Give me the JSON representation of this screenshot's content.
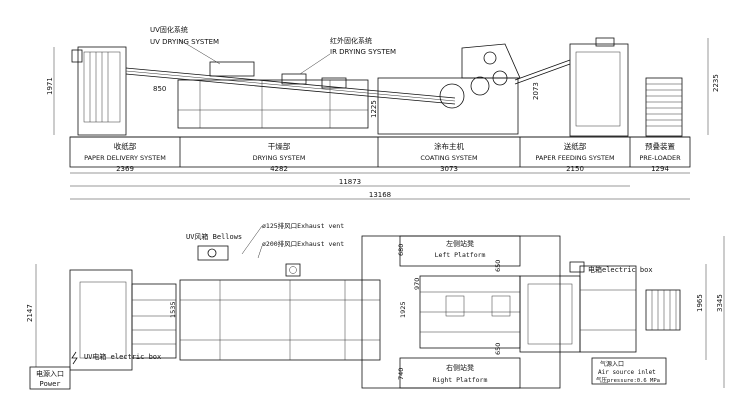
{
  "side_view": {
    "callouts": {
      "uv_cn": "UV固化系统",
      "uv_en": "UV DRYING SYSTEM",
      "ir_cn": "红外固化系统",
      "ir_en": "IR DRYING SYSTEM"
    },
    "sections": [
      {
        "cn": "收纸部",
        "en": "PAPER DELIVERY SYSTEM",
        "dim": "2369"
      },
      {
        "cn": "干燥部",
        "en": "DRYING SYSTEM",
        "dim": "4282"
      },
      {
        "cn": "涂布主机",
        "en": "COATING SYSTEM",
        "dim": "3073"
      },
      {
        "cn": "送纸部",
        "en": "PAPER FEEDING SYSTEM",
        "dim": "2150"
      },
      {
        "cn": "预叠装置",
        "en": "PRE-LOADER",
        "dim": "1294"
      }
    ],
    "dims": {
      "height_left": "1971",
      "conveyor": "850",
      "dryer_height": "1225",
      "coater_height": "2073",
      "total_height": "2235",
      "sub_total": "11873",
      "total_length": "13168"
    }
  },
  "top_view": {
    "labels": {
      "uv_bellows": "UV风箱 Bellows",
      "vent_125": "ø125排风口Exhaust vent",
      "vent_200": "ø200排风口Exhaust vent",
      "left_platform_cn": "左侧站凳",
      "left_platform_en": "Left Platform",
      "right_platform_cn": "右侧站凳",
      "right_platform_en": "Right Platform",
      "electric_box": "电箱electric box",
      "uv_electric_box": "UV电箱 electric box",
      "power_cn": "电源入口",
      "power_en": "Power",
      "air_cn": "气源入口",
      "air_en": "Air source inlet",
      "air_pressure": "气压pressure:0.6 MPa"
    },
    "dims": {
      "width_left": "2147",
      "d1535": "1535",
      "d680": "680",
      "d970": "970",
      "d1925": "1925",
      "d650a": "650",
      "d650b": "650",
      "d740": "740",
      "d1965": "1965",
      "d3345": "3345"
    }
  }
}
